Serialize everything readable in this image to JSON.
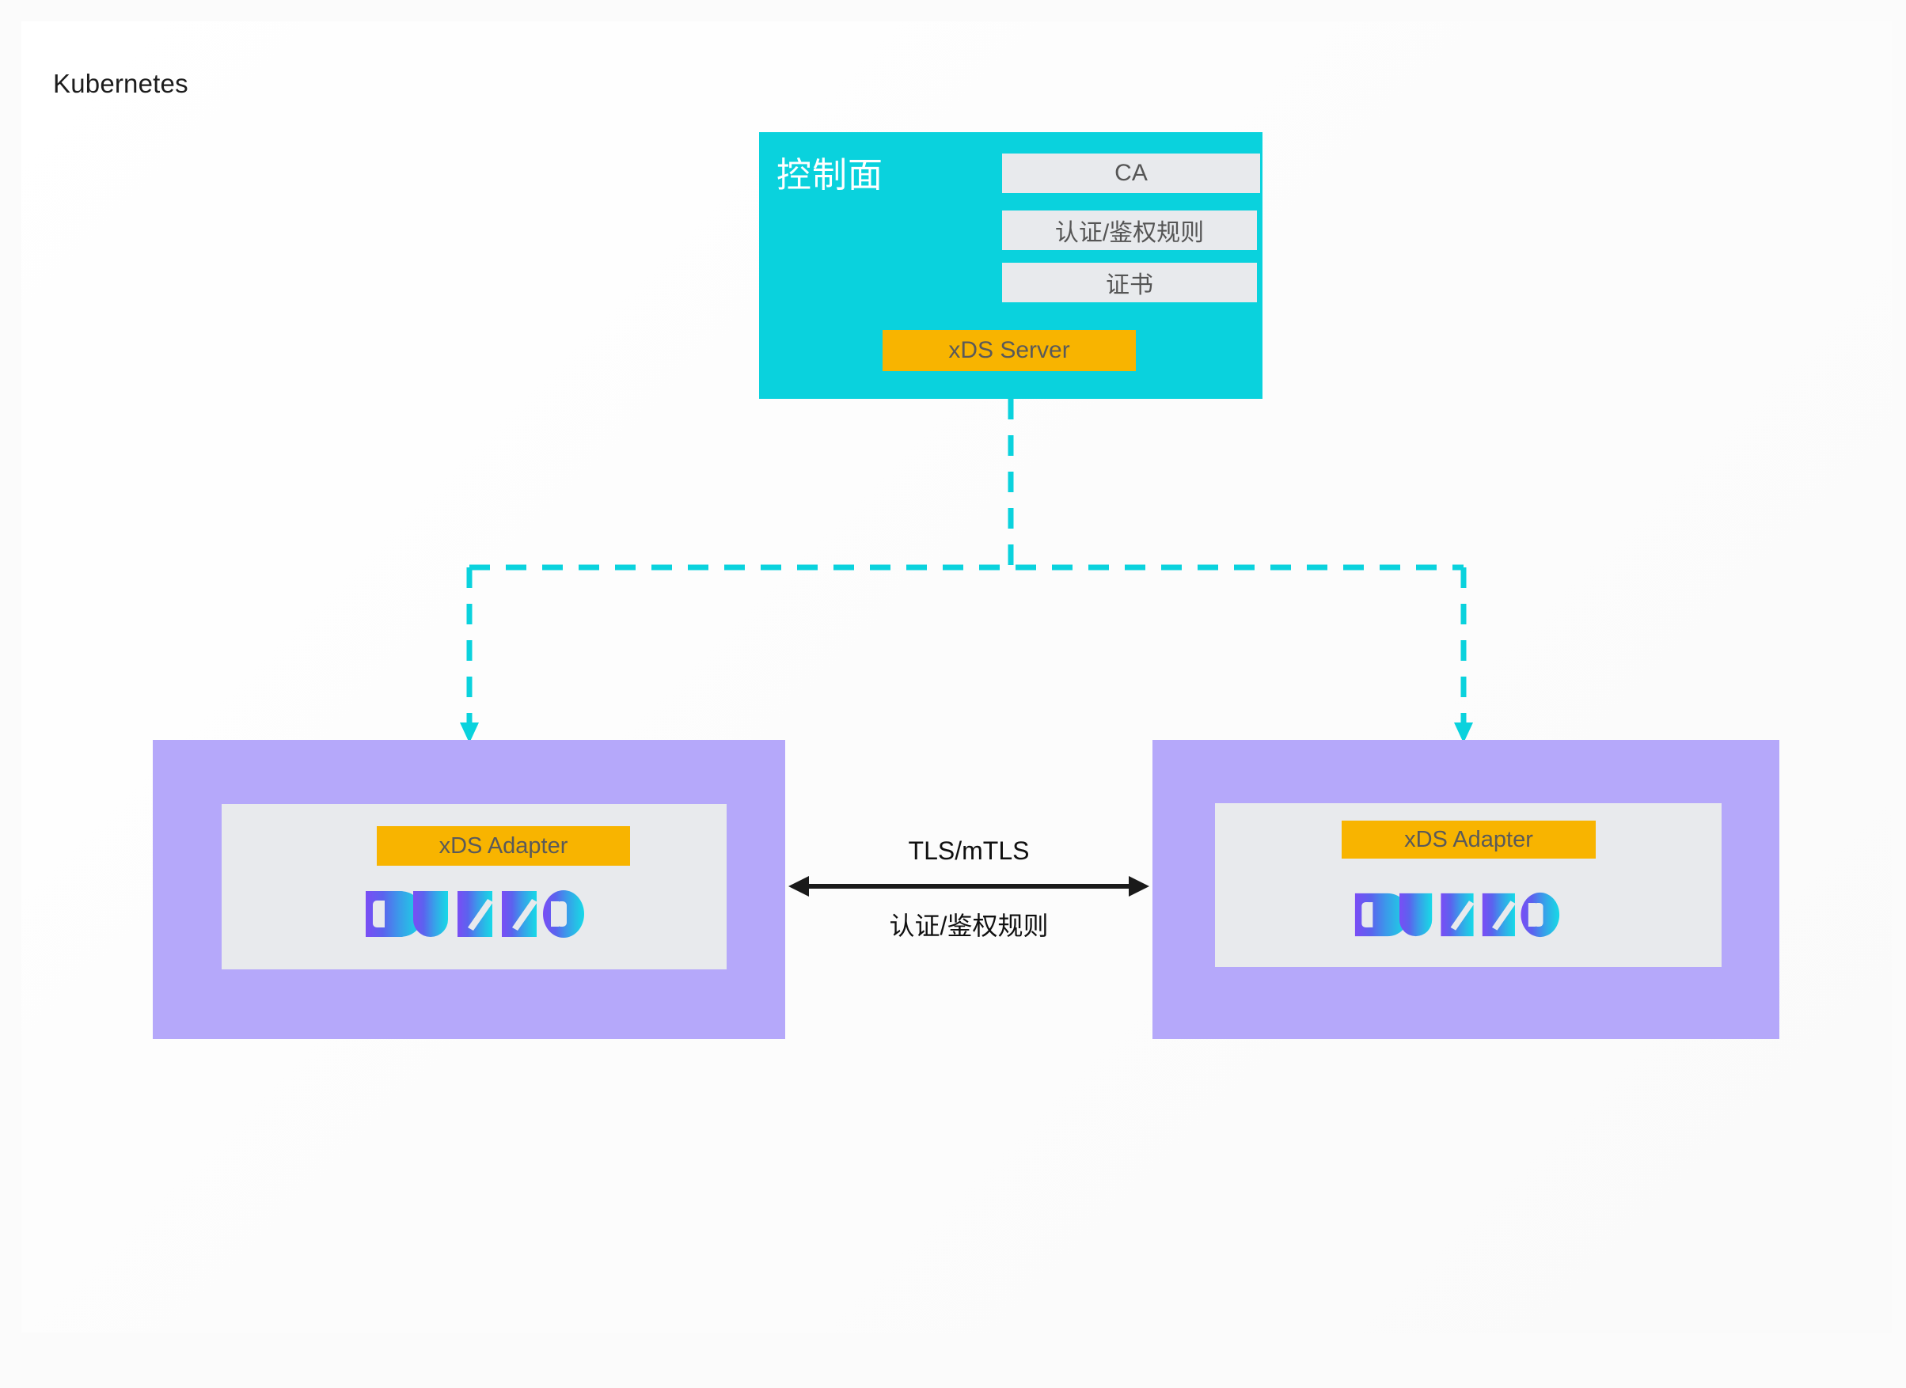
{
  "diagram": {
    "title": "Kubernetes",
    "colors": {
      "control_plane_bg": "#0AD2DD",
      "pod_bg": "#B5A8FA",
      "pod_inner_bg": "#E8EAED",
      "accent_orange": "#F8B400",
      "chip_bg": "#E8EAED",
      "chip_text": "#555555",
      "link_dashed": "#0AD2DD",
      "link_solid": "#1A1A1A",
      "logo_gradient_start": "#7A4DF5",
      "logo_gradient_end": "#1AD6E6"
    }
  },
  "control_plane": {
    "title": "控制面",
    "chips": [
      {
        "label": "CA"
      },
      {
        "label": "认证/鉴权规则"
      },
      {
        "label": "证书"
      }
    ],
    "server_button": "xDS Server"
  },
  "pods": [
    {
      "id": "left",
      "adapter_label": "xDS Adapter",
      "logo_text": "DUBBO"
    },
    {
      "id": "right",
      "adapter_label": "xDS Adapter",
      "logo_text": "DUBBO"
    }
  ],
  "connections": {
    "peer_link_top_label": "TLS/mTLS",
    "peer_link_bottom_label": "认证/鉴权规则"
  }
}
